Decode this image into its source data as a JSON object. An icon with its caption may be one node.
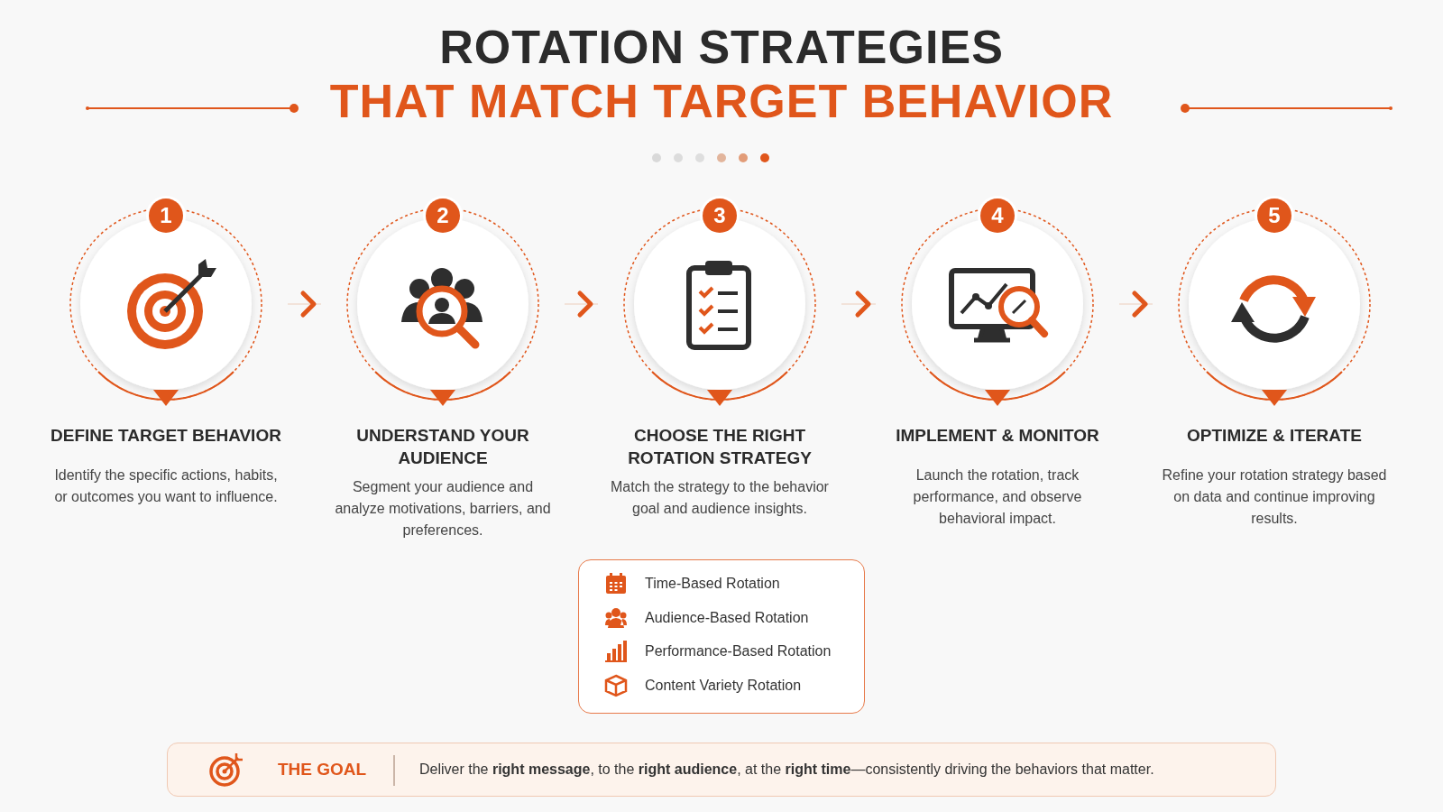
{
  "diagram": {
    "title": "ROTATION STRATEGIES",
    "nodes": [
      {
        "text": [
          "1",
          "DEFINE TARGET BEHAVIOR",
          "Identify the specific actions, habits, or outcomes you want to influence."
        ]
      },
      {
        "text": [
          "2",
          "UNDERSTAND YOUR AUDIENCE",
          "Segment your audience and analyze motivations, barriers, and preferences."
        ]
      },
      {
        "text": [
          "3",
          "CHOOSE THE RIGHT ROTATION STRATEGY",
          "Match the strategy to the behavior goal and audience insights."
        ]
      },
      {
        "text": [
          "4",
          "IMPLEMENT & MONITOR",
          "Launch the rotation, track performance, and observe behavioral impact."
        ]
      },
      {
        "text": [
          "5",
          "OPTIMIZE & ITERATE",
          "Refine your rotation strategy based on data and continue improving results."
        ]
      },
      {
        "text": [
          "Time-Based Rotation",
          "Audience-Based Rotation",
          "Performance-Based Rotation",
          "Content Variety Rotation"
        ]
      },
      {
        "text": [
          "THE GOAL",
          "Deliver the **right message**, to the **right audience**, at the **right time**—consistently driving the behaviors that matter."
        ]
      }
    ],
    "edges": [
      {
        "from": 0,
        "to": 1,
        "arrow": "to"
      },
      {
        "from": 1,
        "to": 2,
        "arrow": "to"
      },
      {
        "from": 2,
        "to": 3,
        "arrow": "to"
      },
      {
        "from": 3,
        "to": 4,
        "arrow": "to"
      }
    ],
    "labels": [
      "THAT MATCH TARGET BEHAVIOR"
    ]
  }
}
